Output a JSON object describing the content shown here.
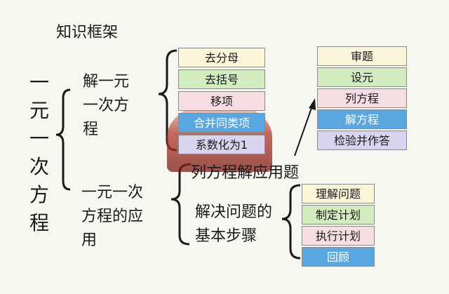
{
  "title": "知识框架",
  "topic": "一元一次方程",
  "branches": {
    "solve": {
      "label_lines": [
        "解一元",
        "一次方",
        "程"
      ],
      "steps": [
        "去分母",
        "去括号",
        "移项",
        "合并同类项",
        "系数化为1"
      ]
    },
    "application": {
      "label_lines": [
        "一元一次",
        "方程的应",
        "用"
      ],
      "word_problem_title": "列方程解应用题",
      "word_problem_steps": [
        "审题",
        "设元",
        "列方程",
        "解方程",
        "检验并作答"
      ],
      "basic_steps_label_lines": [
        "解决问题的",
        "基本步骤"
      ],
      "basic_steps": [
        "理解问题",
        "制定计划",
        "执行计划",
        "回顾"
      ]
    }
  },
  "colors": {
    "yellow": "#fbf6d9",
    "green": "#d3ecbf",
    "pink": "#f6dde3",
    "blue": "#5aa6e0",
    "lavender": "#d8d3ef"
  }
}
